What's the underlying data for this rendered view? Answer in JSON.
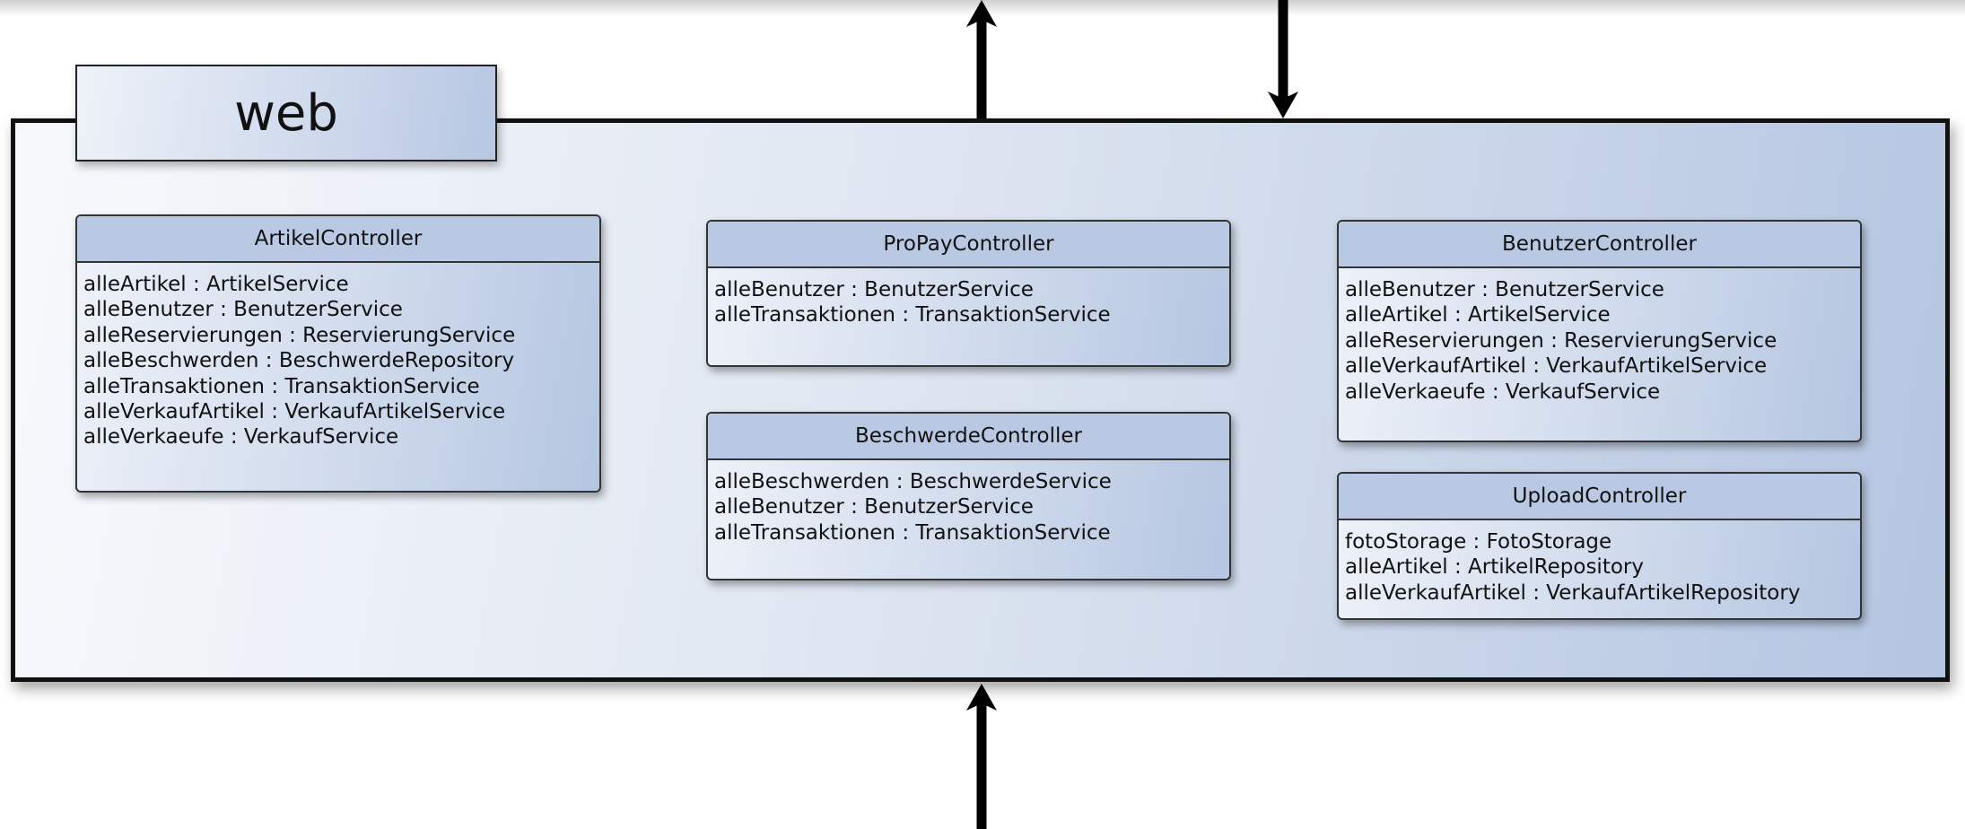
{
  "package": {
    "name": "web"
  },
  "classes": {
    "artikel": {
      "name": "ArtikelController",
      "attributes": [
        "alleArtikel : ArtikelService",
        "alleBenutzer : BenutzerService",
        "alleReservierungen : ReservierungService",
        "alleBeschwerden : BeschwerdeRepository",
        "alleTransaktionen : TransaktionService",
        "alleVerkaufArtikel : VerkaufArtikelService",
        "alleVerkaeufe : VerkaufService"
      ]
    },
    "propay": {
      "name": "ProPayController",
      "attributes": [
        "alleBenutzer : BenutzerService",
        "alleTransaktionen : TransaktionService"
      ]
    },
    "beschwerde": {
      "name": "BeschwerdeController",
      "attributes": [
        "alleBeschwerden : BeschwerdeService",
        "alleBenutzer : BenutzerService",
        "alleTransaktionen : TransaktionService"
      ]
    },
    "benutzer": {
      "name": "BenutzerController",
      "attributes": [
        "alleBenutzer : BenutzerService",
        "alleArtikel : ArtikelService",
        "alleReservierungen : ReservierungService",
        "alleVerkaufArtikel : VerkaufArtikelService",
        "alleVerkaeufe : VerkaufService"
      ]
    },
    "upload": {
      "name": "UploadController",
      "attributes": [
        "fotoStorage : FotoStorage",
        "alleArtikel : ArtikelRepository",
        "alleVerkaufArtikel : VerkaufArtikelRepository"
      ]
    }
  }
}
